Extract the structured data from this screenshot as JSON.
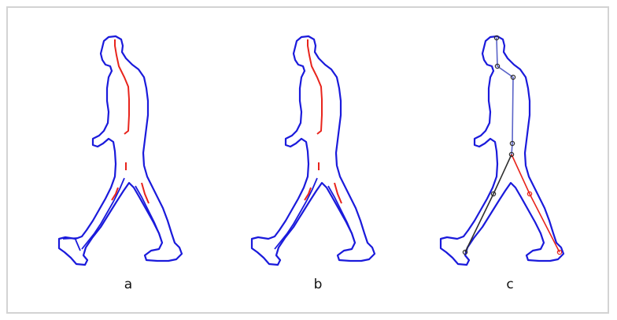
{
  "panels": [
    {
      "label": "a"
    },
    {
      "label": "b"
    },
    {
      "label": "c"
    }
  ],
  "colors": {
    "outline": "#1a1adb",
    "skeleton_red": "#e8241c",
    "skeleton_dark": "#2f2f2f",
    "skeleton_blue": "#5a63c8",
    "frame": "#d3d3d3"
  }
}
